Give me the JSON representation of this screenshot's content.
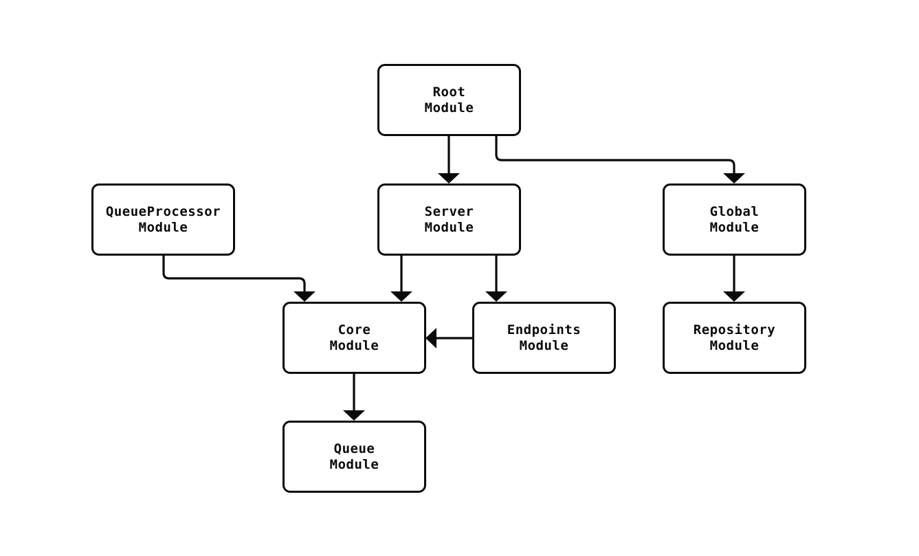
{
  "diagram": {
    "background_color": "#ffffff",
    "line_color": "#0a0a0a",
    "node_fill_color": "#ffffff",
    "nodes": [
      {
        "id": "root",
        "label": "Root\nModule"
      },
      {
        "id": "queue-processor",
        "label": "QueueProcessor\nModule"
      },
      {
        "id": "server",
        "label": "Server\nModule"
      },
      {
        "id": "global",
        "label": "Global\nModule"
      },
      {
        "id": "core",
        "label": "Core\nModule"
      },
      {
        "id": "endpoints",
        "label": "Endpoints\nModule"
      },
      {
        "id": "repository",
        "label": "Repository\nModule"
      },
      {
        "id": "queue",
        "label": "Queue\nModule"
      }
    ],
    "edges": [
      {
        "from": "root",
        "to": "server"
      },
      {
        "from": "root",
        "to": "global"
      },
      {
        "from": "queue-processor",
        "to": "core"
      },
      {
        "from": "server",
        "to": "core"
      },
      {
        "from": "server",
        "to": "endpoints"
      },
      {
        "from": "endpoints",
        "to": "core"
      },
      {
        "from": "global",
        "to": "repository"
      },
      {
        "from": "core",
        "to": "queue"
      }
    ]
  }
}
